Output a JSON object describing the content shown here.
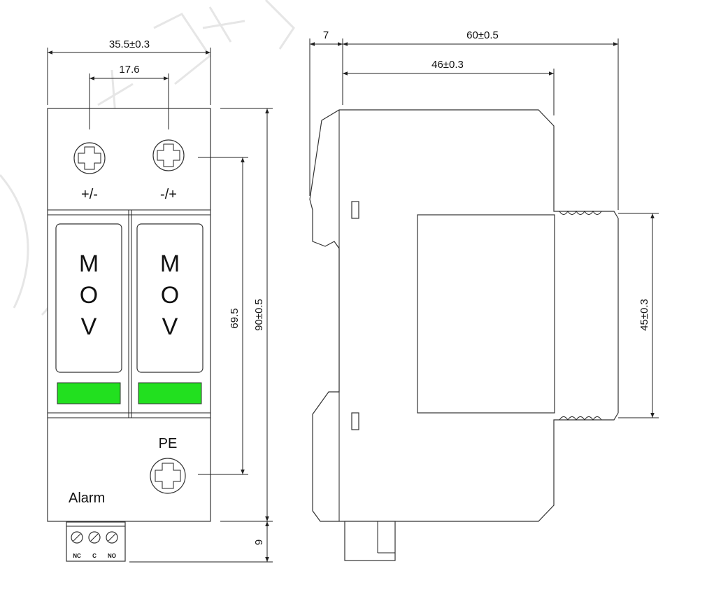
{
  "front_view": {
    "dim_width": "35.5±0.3",
    "dim_pitch": "17.6",
    "dim_terminal_span": "69.5",
    "dim_height": "90±0.5",
    "dim_alarm": "9",
    "terminal_left_label": "+/-",
    "terminal_right_label": "-/+",
    "module_letters": [
      "M",
      "O",
      "V"
    ],
    "pe_label": "PE",
    "alarm_label": "Alarm",
    "alarm_terminals": [
      "NC",
      "C",
      "NO"
    ]
  },
  "side_view": {
    "dim_rail": "7",
    "dim_depth": "60±0.5",
    "dim_inner": "46±0.3",
    "dim_front": "45±0.3"
  },
  "colors": {
    "indicator": "#22e01f",
    "line": "#222222",
    "watermark": "#e6e6e6"
  }
}
